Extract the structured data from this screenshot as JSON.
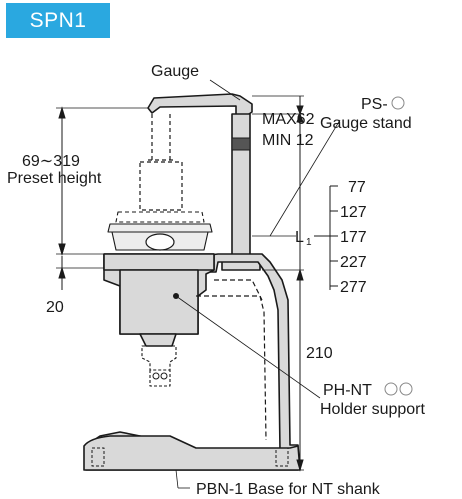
{
  "title": "SPN1",
  "labels": {
    "gauge": "Gauge",
    "max": "MAX62",
    "min": "MIN 12",
    "ps": "PS-",
    "gauge_stand": "Gauge stand",
    "preset_value": "69∼319",
    "preset_label": "Preset height",
    "l1": "L",
    "l1_sub": "1",
    "dim_20": "20",
    "dim_210": "210",
    "ph_nt": "PH-NT",
    "holder_support": "Holder support",
    "base": "PBN-1 Base for NT shank"
  },
  "l1_values": [
    "77",
    "127",
    "177",
    "227",
    "277"
  ],
  "colors": {
    "badge": "#2aa8e0",
    "part_fill": "#d9d9d9",
    "line": "#1a1a1a"
  }
}
